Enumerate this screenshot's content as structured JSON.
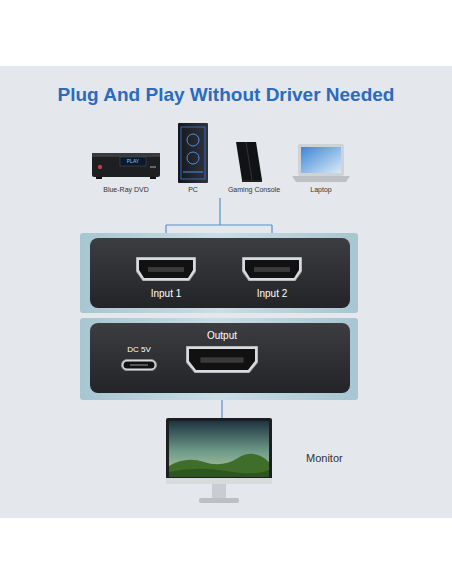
{
  "diagram": {
    "title": "Plug And Play Without Driver Needed",
    "nodes": [
      {
        "text": [
          "Input 1"
        ]
      },
      {
        "text": [
          "Input 2"
        ]
      },
      {
        "text": [
          "DC 5V"
        ]
      },
      {
        "text": [
          "Output"
        ]
      },
      {
        "text": [
          "Monitor"
        ]
      }
    ],
    "edges": [
      {
        "from": 3,
        "to": 4,
        "arrow": "none"
      }
    ],
    "labels": [
      "Blue-Ray DVD",
      "PC",
      "Gaming Console",
      "Laptop",
      "PLAY"
    ]
  }
}
